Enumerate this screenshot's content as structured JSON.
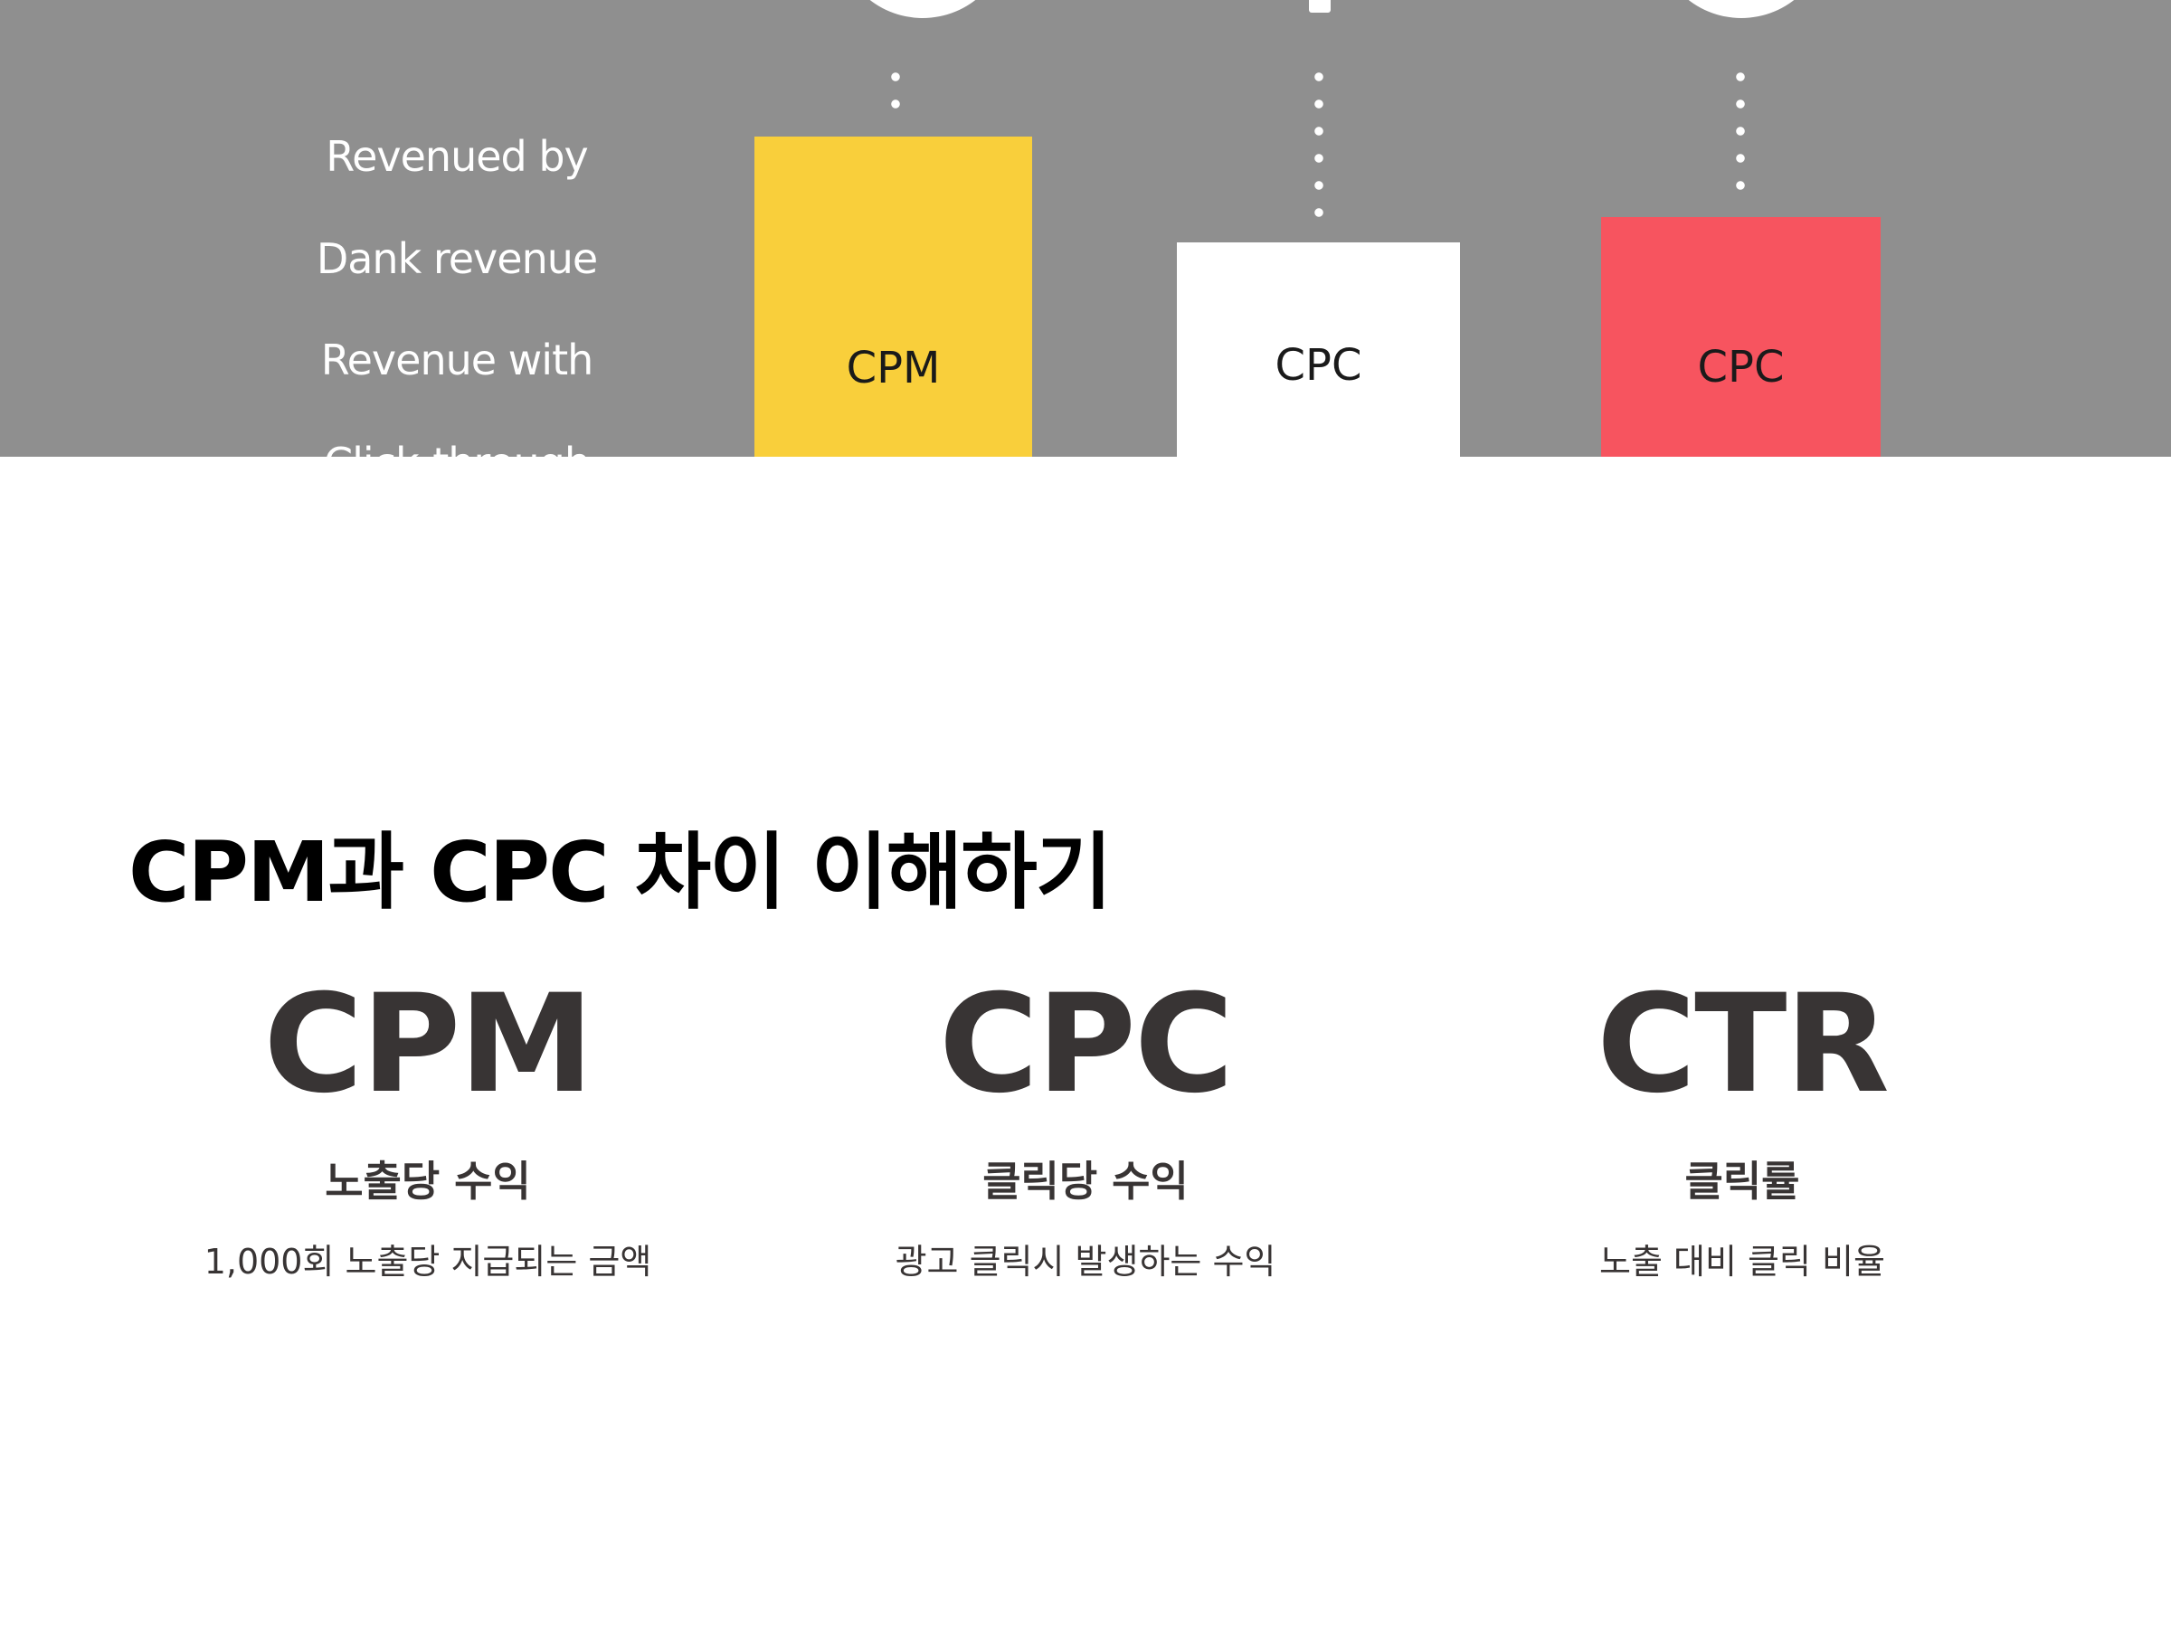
{
  "hero": {
    "labels": [
      "Revenued by",
      "Dank revenue",
      "Revenue with",
      "Click-through rate"
    ],
    "boxes": [
      {
        "label": "CPM",
        "color": "#f9cf3b"
      },
      {
        "label": "CPC",
        "color": "#ffffff"
      },
      {
        "label": "CPC",
        "color": "#f7545f"
      }
    ],
    "background": "#8f8f8f"
  },
  "article": {
    "title": "CPM과 CPC 차이 이해하기",
    "metrics": [
      {
        "abbr": "CPM",
        "name": "노출당 수익",
        "desc": "1,000회 노출당 지급되는 금액"
      },
      {
        "abbr": "CPC",
        "name": "클릭당 수익",
        "desc": "광고 클릭시 발생하는 수익"
      },
      {
        "abbr": "CTR",
        "name": "클릭률",
        "desc": "노출 대비 클릭 비율"
      }
    ],
    "text_color": "#383434"
  }
}
